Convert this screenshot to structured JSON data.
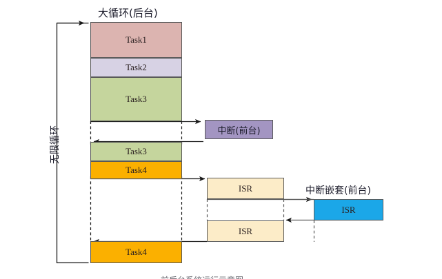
{
  "diagram": {
    "title_main": "大循环(后台)",
    "title_interrupt": "中断(前台)",
    "title_nested": "中断嵌套(前台)",
    "loop_label": "无限循环",
    "caption_clipped": "前后台系统运行示意图",
    "colors": {
      "task1": "#dcb4b0",
      "task2": "#d7d2e4",
      "task3": "#c5d59d",
      "task4": "#fbb000",
      "interrupt": "#a395c2",
      "isr": "#fcecc8",
      "isr_nested": "#1ba7e8",
      "stroke": "#595959",
      "line": "#1a1a1a",
      "text": "#1c1c2b"
    }
  },
  "main_loop": {
    "label": "大循环(后台)",
    "blocks": [
      {
        "label": "Task1",
        "color": "#dcb4b0"
      },
      {
        "label": "Task2",
        "color": "#d7d2e4"
      },
      {
        "label": "Task3",
        "color": "#c5d59d"
      },
      {
        "label": "Task3",
        "color": "#c5d59d"
      },
      {
        "label": "Task4",
        "color": "#fbb000"
      },
      {
        "label": "Task4",
        "color": "#fbb000"
      }
    ]
  },
  "interrupt_block": {
    "label": "中断(前台)",
    "color": "#a395c2"
  },
  "isr_blocks": [
    {
      "label": "ISR",
      "color": "#fcecc8"
    },
    {
      "label": "ISR",
      "color": "#fcecc8"
    }
  ],
  "nested_block": {
    "label": "ISR",
    "color": "#1ba7e8",
    "title": "中断嵌套(前台)"
  },
  "loop_bracket": {
    "label": "无限循环"
  }
}
